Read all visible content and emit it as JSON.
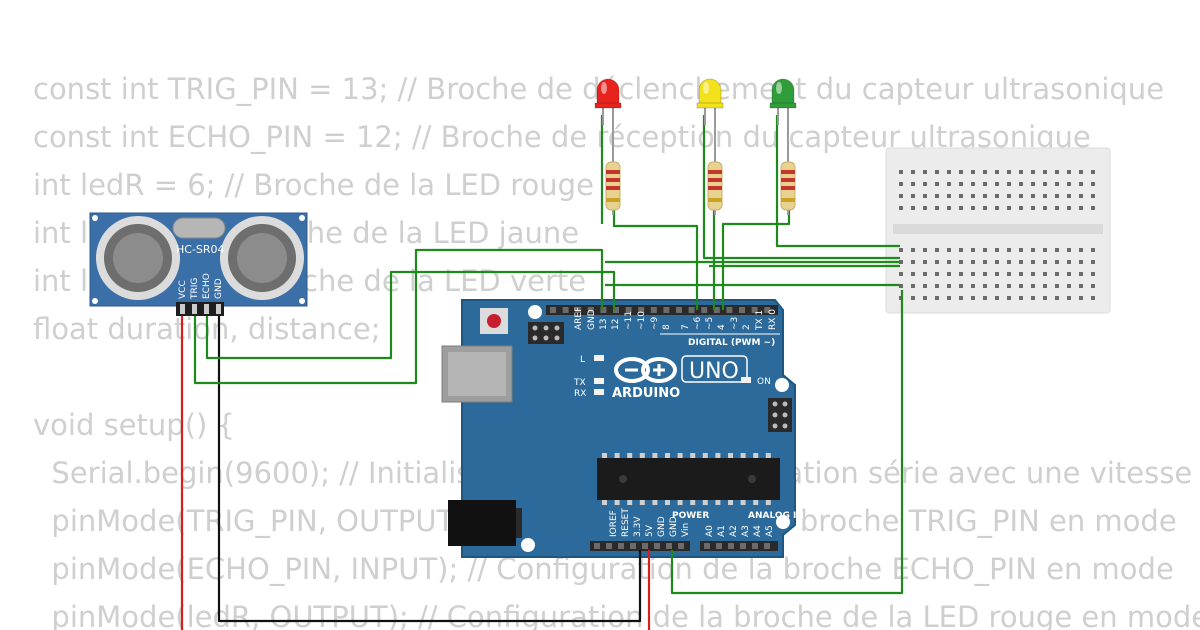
{
  "code_lines": [
    "const int TRIG_PIN = 13; // Broche de déclenchement du capteur ultrasonique",
    "const int ECHO_PIN = 12; // Broche de réception du capteur ultrasonique",
    "int ledR = 6; // Broche de la LED rouge",
    "int ledJ = 5; // Broche de la LED jaune",
    "int ledV = 4; // Broche de la LED verte",
    "float duration, distance;",
    "",
    "void setup() {",
    "  Serial.begin(9600); // Initialisation de la communication série avec une vitesse",
    "  pinMode(TRIG_PIN, OUTPUT); // Configuration de la broche TRIG_PIN en mode",
    "  pinMode(ECHO_PIN, INPUT); // Configuration de la broche ECHO_PIN en mode",
    "  pinMode(ledR, OUTPUT); // Configuration de la broche de la LED rouge en mode"
  ],
  "sensor": {
    "model": "HC-SR04",
    "pins": [
      "VCC",
      "TRIG",
      "ECHO",
      "GND"
    ]
  },
  "arduino": {
    "logo_text": "ARDUINO",
    "model": "UNO",
    "on_label": "ON",
    "l_label": "L",
    "tx_label": "TX",
    "rx_label": "RX",
    "digital_label": "DIGITAL (PWM ~)",
    "power_label": "POWER",
    "analog_label": "ANALOG IN",
    "digital_pins": [
      "AREF",
      "GND",
      "13",
      "12",
      "~11",
      "~10",
      "~9",
      "8",
      "7",
      "~6",
      "~5",
      "4",
      "~3",
      "2",
      "TX 1",
      "RX 0"
    ],
    "power_pins": [
      "IOREF",
      "RESET",
      "3.3V",
      "5V",
      "GND",
      "GND",
      "Vin"
    ],
    "analog_pins": [
      "A0",
      "A1",
      "A2",
      "A3",
      "A4",
      "A5"
    ]
  },
  "leds": [
    {
      "color": "red",
      "hex": "#e8231d"
    },
    {
      "color": "yellow",
      "hex": "#f2e21b"
    },
    {
      "color": "green",
      "hex": "#2f9e3a"
    }
  ],
  "colors": {
    "board": "#2b6a9b",
    "board_dark": "#1f5680",
    "sensor": "#3b6fa8",
    "wire_green": "#1e8a1e",
    "wire_red": "#d61f1f",
    "wire_black": "#111111",
    "code_text": "#cfcfcf"
  }
}
